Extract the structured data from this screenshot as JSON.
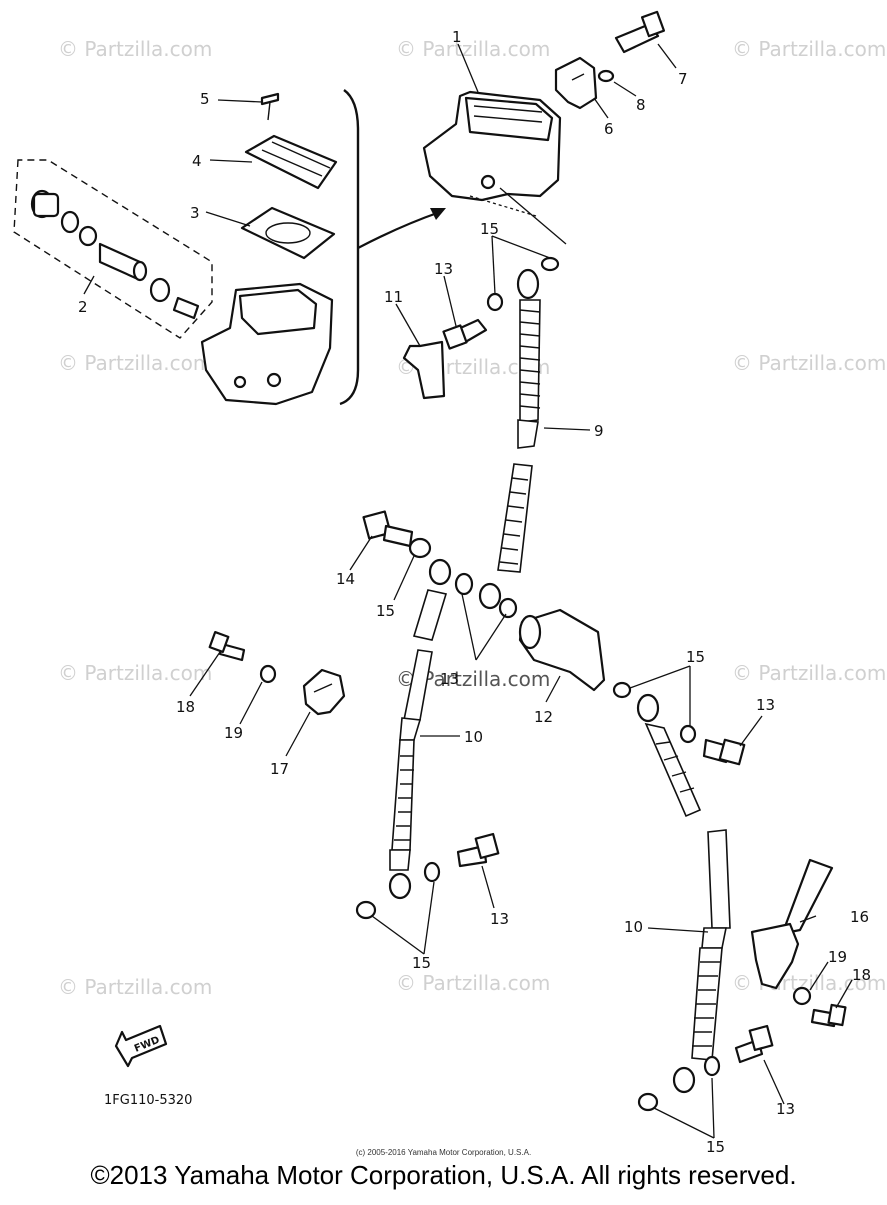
{
  "watermark": "© Partzilla.com",
  "labels": [
    "1",
    "2",
    "3",
    "4",
    "5",
    "6",
    "7",
    "8",
    "9",
    "10",
    "10",
    "10",
    "11",
    "12",
    "13",
    "13",
    "13",
    "13",
    "13",
    "14",
    "15",
    "15",
    "15",
    "15",
    "15",
    "15",
    "16",
    "17",
    "18",
    "18",
    "19",
    "19"
  ],
  "fwd_text": "FWD",
  "part_code": "1FG110-5320",
  "small_copyright": "(c) 2005-2016 Yamaha Motor Corporation, U.S.A.",
  "copyright": "©2013 Yamaha Motor Corporation, U.S.A. All rights reserved."
}
